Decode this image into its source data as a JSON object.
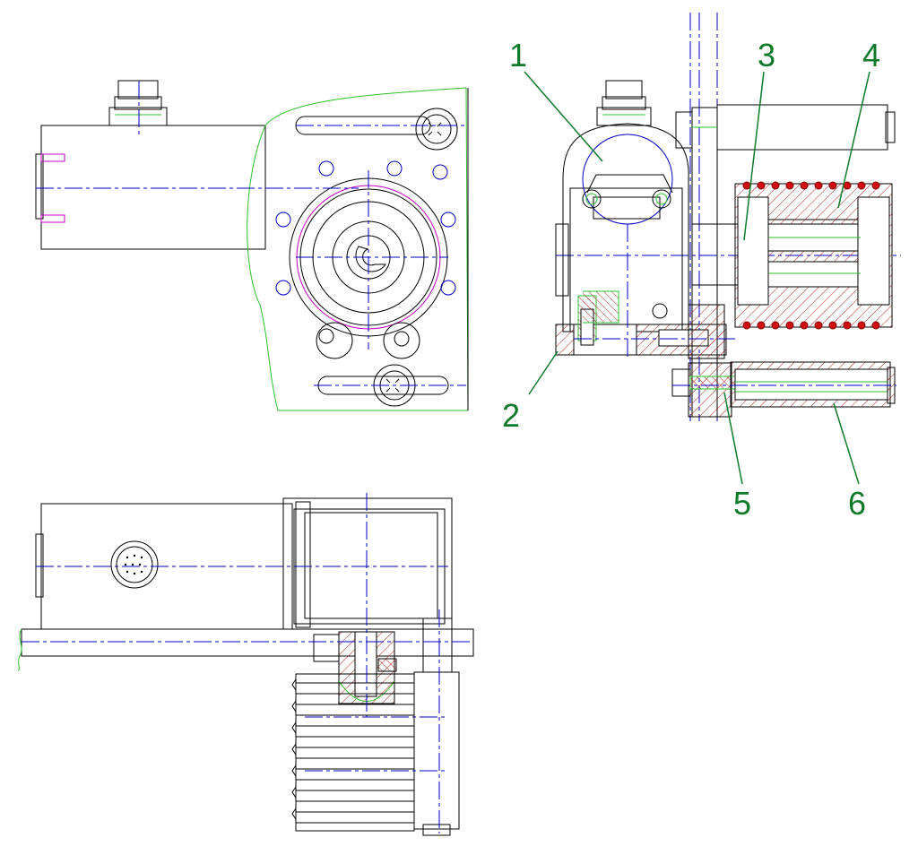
{
  "colors": {
    "outline": "#000000",
    "centerline": "#0000c0",
    "callout": "#0f7a2a",
    "leader": "#0f7a2a",
    "hatch": "#b02020",
    "green_part": "#2ec02e",
    "magenta": "#c000c0",
    "red_dot": "#d01010"
  },
  "callouts": [
    {
      "label": "1"
    },
    {
      "label": "2"
    },
    {
      "label": "3"
    },
    {
      "label": "4"
    },
    {
      "label": "5"
    },
    {
      "label": "6"
    }
  ]
}
